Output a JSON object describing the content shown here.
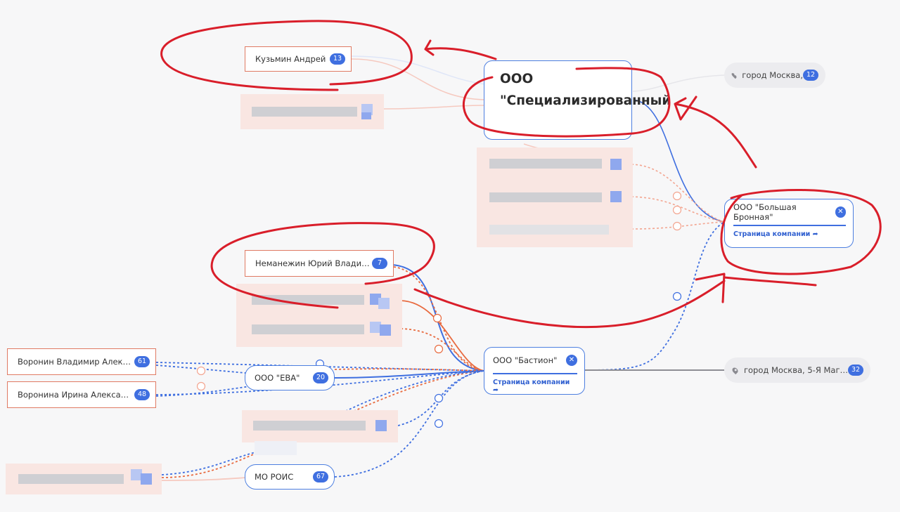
{
  "persons": [
    {
      "name": "Кузьмин Андрей",
      "count": "13"
    },
    {
      "name": "Неманежин Юрий Владим…",
      "count": "7"
    },
    {
      "name": "Воронин Владимир Алекс…",
      "count": "61"
    },
    {
      "name": "Воронина Ирина Алекса…",
      "count": "48"
    }
  ],
  "companies": [
    {
      "name": "ООО \"ЕВА\"",
      "count": "20"
    },
    {
      "name": "МО РОИС",
      "count": "67"
    }
  ],
  "selected_companies": [
    {
      "name": "ООО \"Большая Бронная\"",
      "link": "Страница компании"
    },
    {
      "name": "ООО \"Бастион\"",
      "link": "Страница компании"
    }
  ],
  "focus_company": {
    "name": "ООО \"Специализированный"
  },
  "addresses": [
    {
      "text": "город Москва,",
      "count": "12"
    },
    {
      "text": "город Москва, 5-Я Маг…",
      "count": "32"
    }
  ],
  "icons": [
    "map-pin-icon",
    "close-icon",
    "external-link-icon",
    "clock-icon"
  ],
  "colors": {
    "accent": "#3f6fe0",
    "person_border": "#e07a63",
    "annotation": "#d91e2a"
  }
}
